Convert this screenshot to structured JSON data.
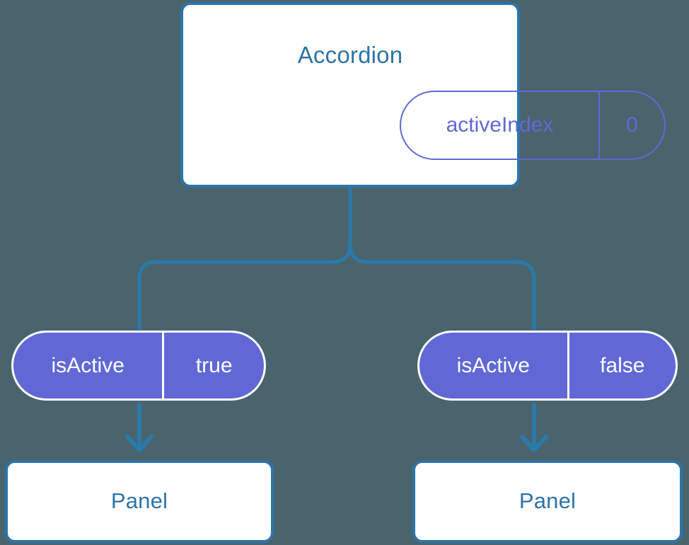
{
  "diagram": {
    "type": "component-state-tree",
    "background_color": "#4a646e",
    "accent_blue": "#2d74a8",
    "accent_purple": "#6168d6",
    "root": {
      "title": "Accordion",
      "prop": {
        "key": "activeIndex",
        "value": "0"
      }
    },
    "branches": [
      {
        "side": "left",
        "state": {
          "key": "isActive",
          "value": "true"
        },
        "child": {
          "title": "Panel"
        }
      },
      {
        "side": "right",
        "state": {
          "key": "isActive",
          "value": "false"
        },
        "child": {
          "title": "Panel"
        }
      }
    ]
  }
}
